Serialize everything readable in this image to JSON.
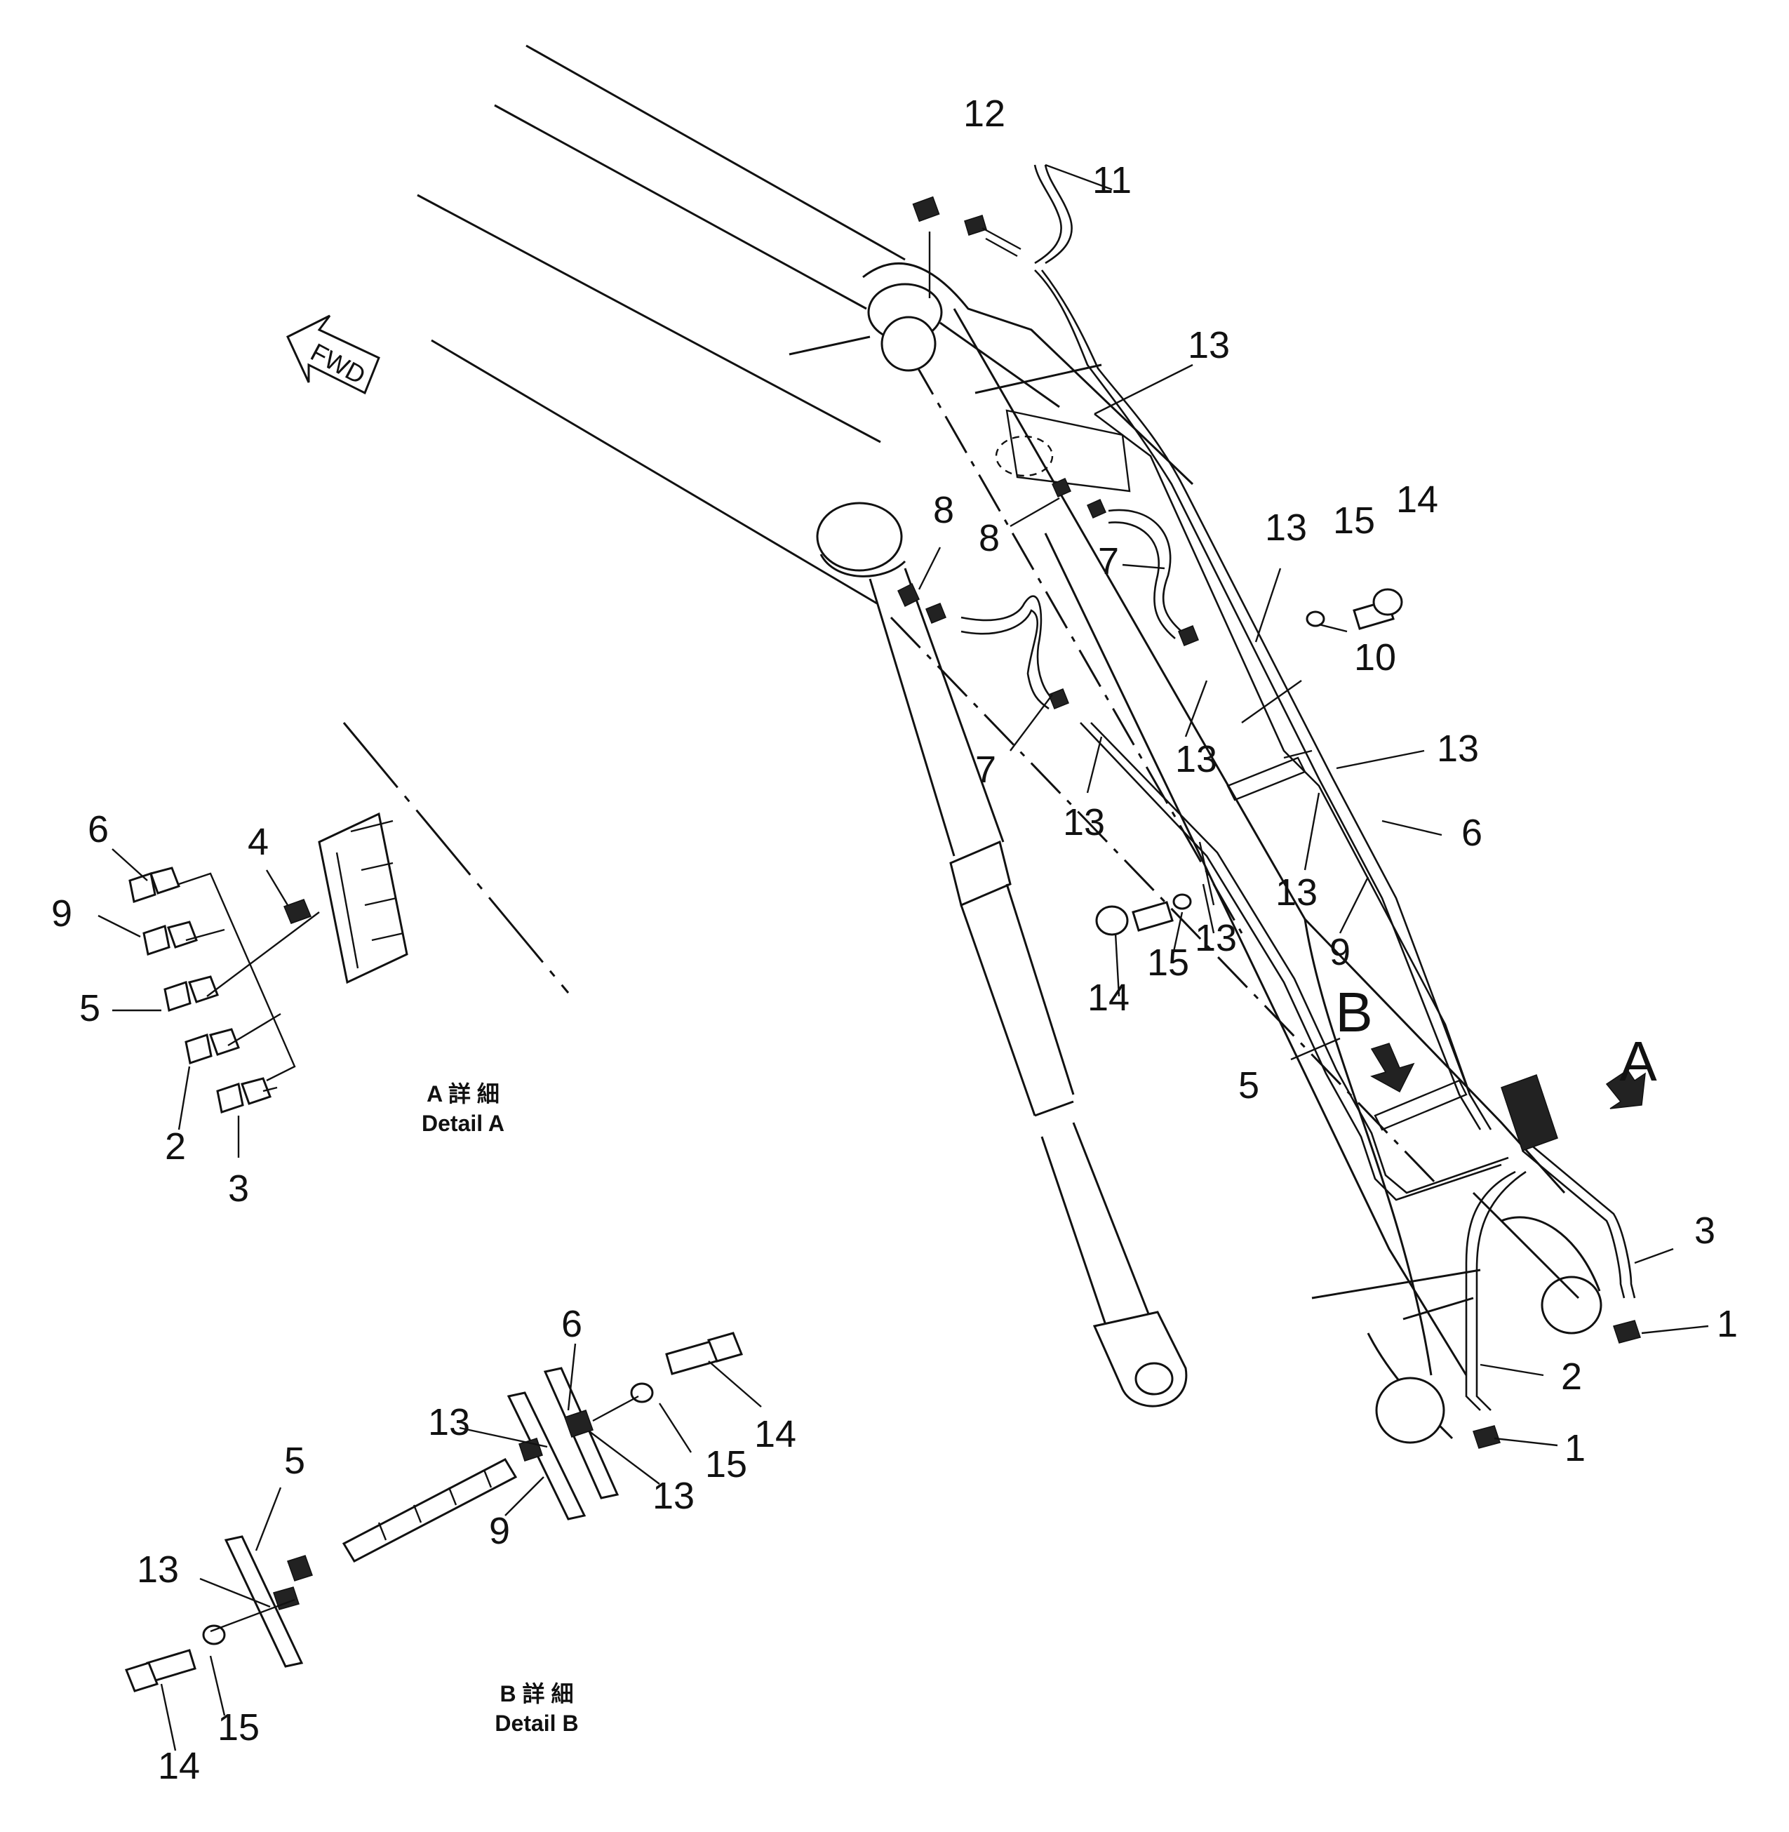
{
  "fwd_label": "FWD",
  "detail_a": {
    "marker": "A",
    "caption_jp": "A 詳 細",
    "caption_en": "Detail A"
  },
  "detail_b": {
    "marker": "B",
    "caption_jp": "B 詳 細",
    "caption_en": "Detail B"
  },
  "labels": {
    "p1a": "1",
    "p1b": "1",
    "p2": "2",
    "p3": "3",
    "p5": "5",
    "p6": "6",
    "p7a": "7",
    "p7b": "7",
    "p8a": "8",
    "p8b": "8",
    "p9": "9",
    "p10": "10",
    "p11": "11",
    "p12": "12",
    "p13a": "13",
    "p13b": "13",
    "p13c": "13",
    "p13d": "13",
    "p13e": "13",
    "p13f": "13",
    "p13g": "13",
    "p14a": "14",
    "p14b": "14",
    "p15a": "15",
    "p15b": "15"
  },
  "detail_a_labels": {
    "d6": "6",
    "d9": "9",
    "d5": "5",
    "d2": "2",
    "d3": "3",
    "d4": "4"
  },
  "detail_b_labels": {
    "b6": "6",
    "b13a": "13",
    "b13b": "13",
    "b13c": "13",
    "b15a": "15",
    "b15b": "15",
    "b14a": "14",
    "b14b": "14",
    "b5": "5",
    "b9": "9"
  }
}
